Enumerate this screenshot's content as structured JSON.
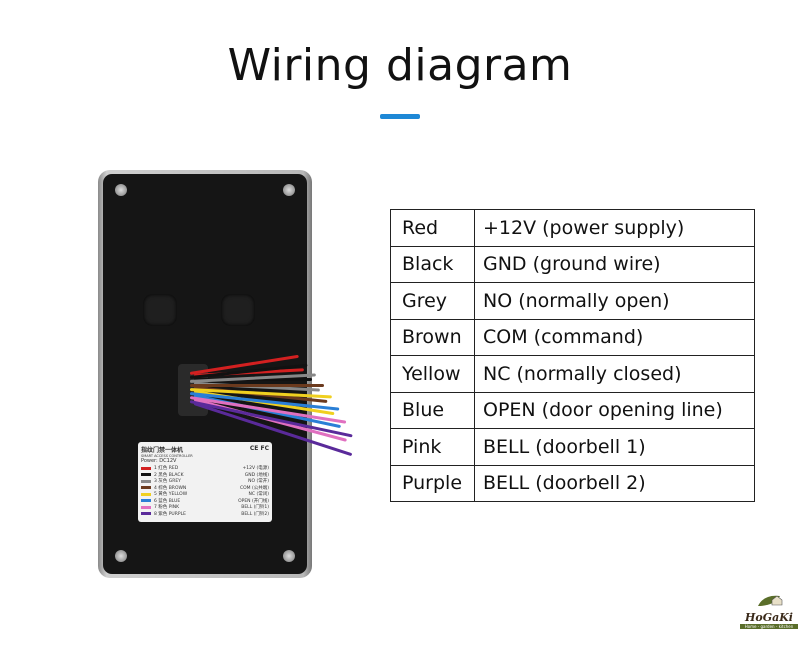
{
  "title": "Wiring diagram",
  "colors": {
    "accent": "#1e88d6"
  },
  "wiring": [
    {
      "color": "Red",
      "function": "+12V (power supply)",
      "swatch": "#d32020"
    },
    {
      "color": "Black",
      "function": "GND (ground wire)",
      "swatch": "#111111"
    },
    {
      "color": "Grey",
      "function": "NO (normally open)",
      "swatch": "#888888"
    },
    {
      "color": "Brown",
      "function": "COM (command)",
      "swatch": "#6b3a1e"
    },
    {
      "color": "Yellow",
      "function": "NC (normally closed)",
      "swatch": "#f0d020"
    },
    {
      "color": "Blue",
      "function": "OPEN (door opening line)",
      "swatch": "#2a7fd6"
    },
    {
      "color": "Pink",
      "function": "BELL (doorbell 1)",
      "swatch": "#e070c0"
    },
    {
      "color": "Purple",
      "function": "BELL (doorbell 2)",
      "swatch": "#5a2a9a"
    }
  ],
  "device_label": {
    "title_cn": "指纹门禁一体机",
    "subtitle": "SMART ACCESS CONTROLLER",
    "power": "Power: DC12V",
    "marks": "CE FC",
    "rows": [
      {
        "left": "1 红色 RED",
        "right": "+12V (电源)"
      },
      {
        "left": "2 黑色 BLACK",
        "right": "GND (地线)"
      },
      {
        "left": "3 灰色 GREY",
        "right": "NO (常开)"
      },
      {
        "left": "4 棕色 BROWN",
        "right": "COM (公共端)"
      },
      {
        "left": "5 黄色 YELLOW",
        "right": "NC (常闭)"
      },
      {
        "left": "6 蓝色 BLUE",
        "right": "OPEN (开门线)"
      },
      {
        "left": "7 粉色 PINK",
        "right": "BELL (门铃1)"
      },
      {
        "left": "8 紫色 PURPLE",
        "right": "BELL (门铃2)"
      }
    ]
  },
  "logo": {
    "name": "HoGaKi",
    "tagline": "Home - garden - kitchen"
  }
}
